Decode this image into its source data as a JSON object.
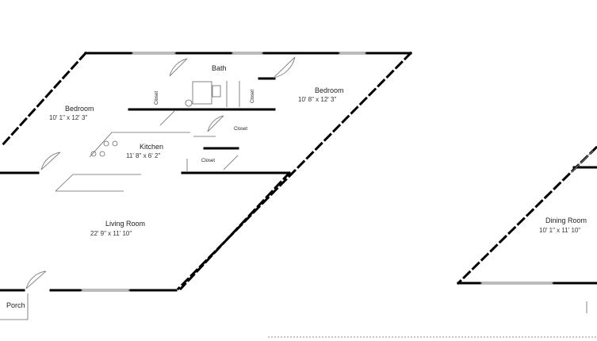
{
  "rooms": {
    "bath": {
      "name": "Bath"
    },
    "bedroom_left": {
      "name": "Bedroom",
      "dimensions": "10' 1\" x 12' 3\""
    },
    "bedroom_right": {
      "name": "Bedroom",
      "dimensions": "10' 8\" x 12' 3\""
    },
    "kitchen": {
      "name": "Kitchen",
      "dimensions": "11' 8\" x 6' 2\""
    },
    "living_room": {
      "name": "Living Room",
      "dimensions": "22' 9\" x 11' 10\""
    },
    "dining_room": {
      "name": "Dining Room",
      "dimensions": "10' 1\" x 11' 10\""
    },
    "porch": {
      "name": "Porch"
    }
  },
  "closets": {
    "closet_center": "Closet",
    "closet_lower": "Closet",
    "closet_vertical_left": "Closet",
    "closet_vertical_right": "Closet"
  },
  "colors": {
    "wall": "#000000",
    "line": "#555555",
    "background": "#ffffff"
  }
}
